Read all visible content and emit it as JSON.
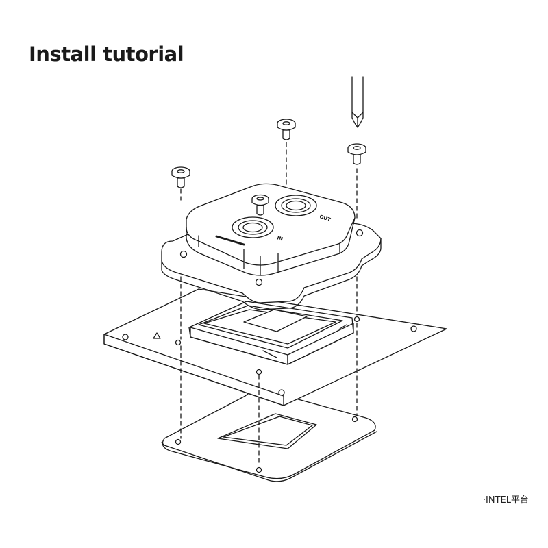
{
  "title": "Install tutorial",
  "caption": "·INTEL平台",
  "block": {
    "port_in": "IN",
    "port_out": "OUT"
  },
  "colors": {
    "stroke": "#1a1a1a",
    "fill": "#ffffff",
    "divider": "#8a8a8a"
  }
}
